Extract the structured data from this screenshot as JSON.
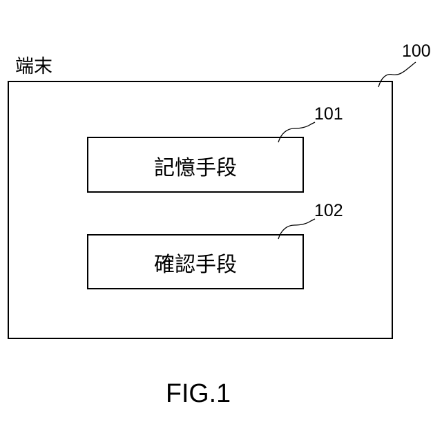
{
  "terminal": {
    "label": "端末",
    "ref": "100"
  },
  "storage_unit": {
    "label": "記憶手段",
    "ref": "101"
  },
  "confirmation_unit": {
    "label": "確認手段",
    "ref": "102"
  },
  "figure": {
    "caption": "FIG.1"
  }
}
